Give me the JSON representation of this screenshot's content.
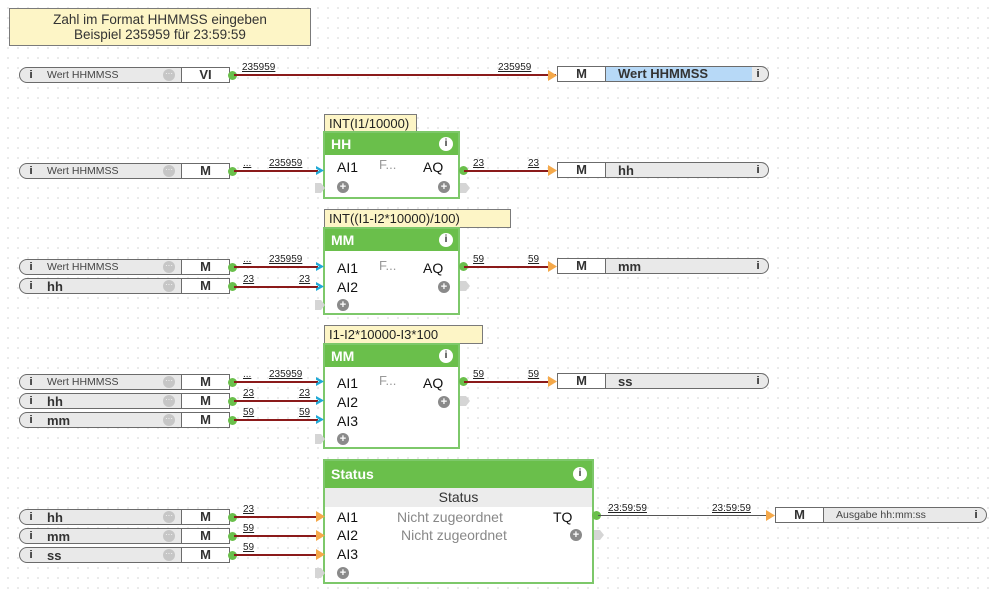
{
  "comment": {
    "line1": "Zahl im Format HHMMSS eingeben",
    "line2": "Beispiel 235959 für 23:59:59"
  },
  "colors": {
    "block_header": "#6abf4b",
    "wire": "#8b1a1a",
    "comment_bg": "#fdf5c6",
    "highlight": "#b7d9f7"
  },
  "row1": {
    "input": {
      "name": "Wert HHMMSS",
      "mode": "VI"
    },
    "wire_label_start": "235959",
    "wire_label_end": "235959",
    "output": {
      "mode": "M",
      "name": "Wert HHMMSS"
    }
  },
  "blocks": [
    {
      "formula": "INT(I1/10000)",
      "title": "HH",
      "func": "F...",
      "inputs": [
        {
          "ref": "Wert HHMMSS",
          "mode": "M",
          "pin": "AI1",
          "start": "...",
          "end": "235959"
        }
      ],
      "output_pin": "AQ",
      "output_label_start": "23",
      "output_label_end": "23",
      "output_ref": {
        "mode": "M",
        "name": "hh"
      }
    },
    {
      "formula": "INT((I1-I2*10000)/100)",
      "title": "MM",
      "func": "F...",
      "inputs": [
        {
          "ref": "Wert HHMMSS",
          "mode": "M",
          "pin": "AI1",
          "start": "...",
          "end": "235959"
        },
        {
          "ref": "hh",
          "mode": "M",
          "pin": "AI2",
          "start": "23",
          "end": "23"
        }
      ],
      "output_pin": "AQ",
      "output_label_start": "59",
      "output_label_end": "59",
      "output_ref": {
        "mode": "M",
        "name": "mm"
      }
    },
    {
      "formula": "I1-I2*10000-I3*100",
      "title": "MM",
      "func": "F...",
      "inputs": [
        {
          "ref": "Wert HHMMSS",
          "mode": "M",
          "pin": "AI1",
          "start": "...",
          "end": "235959"
        },
        {
          "ref": "hh",
          "mode": "M",
          "pin": "AI2",
          "start": "23",
          "end": "23"
        },
        {
          "ref": "mm",
          "mode": "M",
          "pin": "AI3",
          "start": "59",
          "end": "59"
        }
      ],
      "output_pin": "AQ",
      "output_label_start": "59",
      "output_label_end": "59",
      "output_ref": {
        "mode": "M",
        "name": "ss"
      }
    }
  ],
  "status_block": {
    "title": "Status",
    "subtitle": "Status",
    "inputs": [
      {
        "ref": "hh",
        "mode": "M",
        "pin": "AI1",
        "start": "23",
        "text": "Nicht zugeordnet"
      },
      {
        "ref": "mm",
        "mode": "M",
        "pin": "AI2",
        "start": "59",
        "text": "Nicht zugeordnet"
      },
      {
        "ref": "ss",
        "mode": "M",
        "pin": "AI3",
        "start": "59",
        "text": ""
      }
    ],
    "output_pin": "TQ",
    "output_label_start": "23:59:59",
    "output_label_end": "23:59:59",
    "output_ref": {
      "mode": "M",
      "name": "Ausgabe hh:mm:ss"
    }
  }
}
